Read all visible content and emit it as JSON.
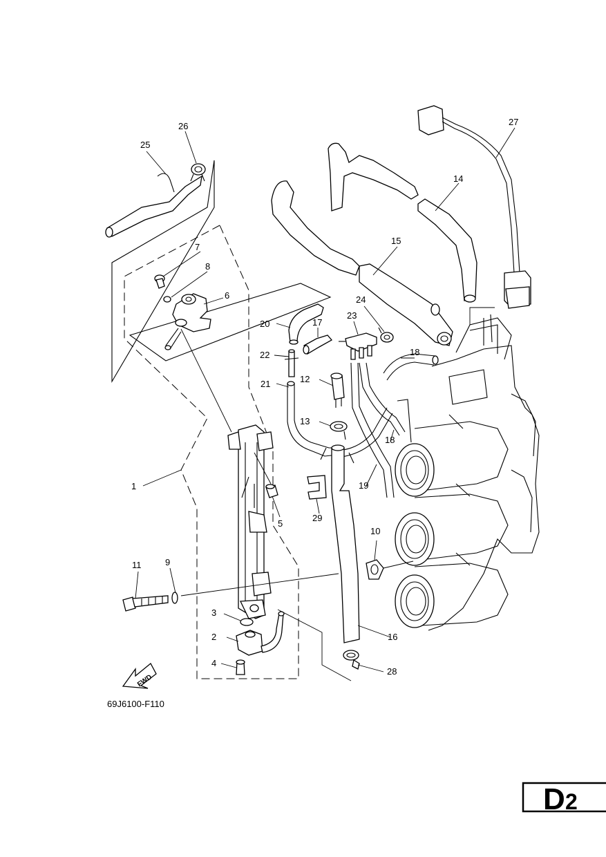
{
  "diagram": {
    "part_code": "69J6100-F110",
    "page_tag": {
      "letter": "D",
      "number": "2"
    },
    "fwd_label": "FWD",
    "callouts": [
      "1",
      "2",
      "3",
      "4",
      "5",
      "6",
      "7",
      "8",
      "9",
      "10",
      "11",
      "12",
      "13",
      "14",
      "15",
      "16",
      "17",
      "18",
      "18",
      "19",
      "20",
      "21",
      "22",
      "23",
      "24",
      "25",
      "26",
      "27",
      "28",
      "29"
    ]
  }
}
